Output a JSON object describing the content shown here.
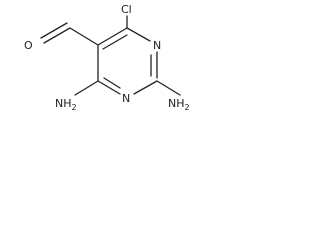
{
  "molecule": {
    "atoms": {
      "aldehyde_oxygen": "O",
      "chlorine": "Cl",
      "ring_nitrogen_top": "N",
      "ring_nitrogen_bottom": "N",
      "amino_left": "NH",
      "amino_left_subscript": "2",
      "amino_right": "NH",
      "amino_right_subscript": "2"
    }
  },
  "colors": {
    "ink": "#222222",
    "background": "#ffffff"
  }
}
